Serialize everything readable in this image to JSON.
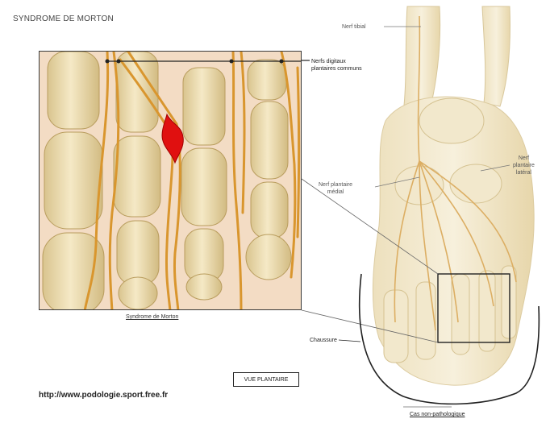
{
  "title": "SYNDROME DE MORTON",
  "labels": {
    "nerfs_digitaux_line1": "Nerfs digitaux",
    "nerfs_digitaux_line2": "plantaires communs",
    "nerf_tibial": "Nerf tibial",
    "nerf_lateral_line1": "Nerf",
    "nerf_lateral_line2": "plantaire",
    "nerf_lateral_line3": "latéral",
    "nerf_medial_line1": "Nerf plantaire",
    "nerf_medial_line2": "médial",
    "chaussure": "Chaussure",
    "cas_non_pathologique": "Cas non-pathologique"
  },
  "inset_caption": "Syndrome de Morton",
  "view_label": "VUE PLANTAIRE",
  "website": "http://www.podologie.sport.free.fr",
  "colors": {
    "bone": "#f0e2b8",
    "bone_shadow": "#d9c48e",
    "nerf": "#d9962e",
    "neuroma": "#e01010",
    "inset_bg": "#f3dcc4"
  }
}
